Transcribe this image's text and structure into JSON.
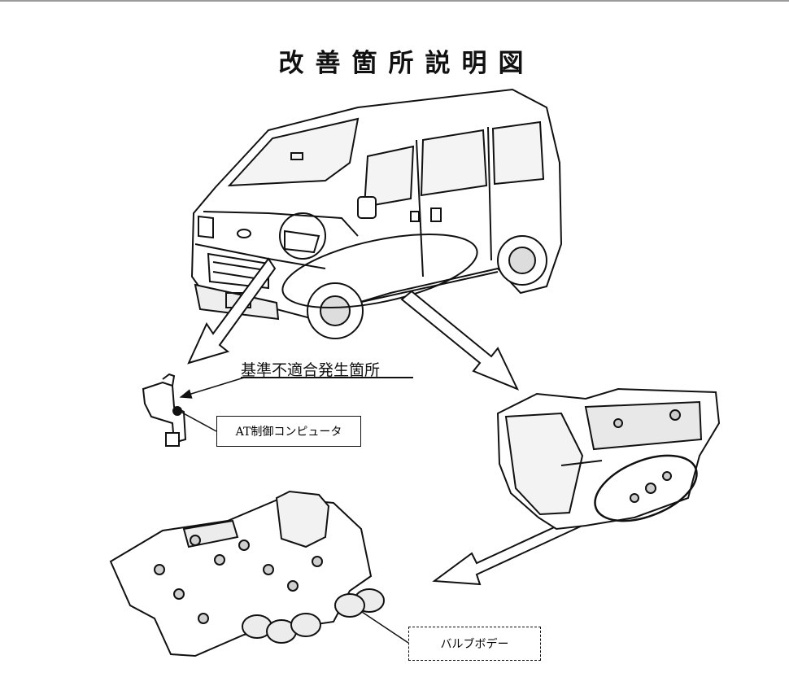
{
  "title": "改善箇所説明図",
  "labels": {
    "nonconformity_location": "基準不適合発生箇所",
    "at_control_computer": "AT制御コンピュータ",
    "valve_body": "バルブボデー"
  },
  "colors": {
    "line": "#111111",
    "background": "#ffffff",
    "top_rule": "#9a9a9a"
  }
}
